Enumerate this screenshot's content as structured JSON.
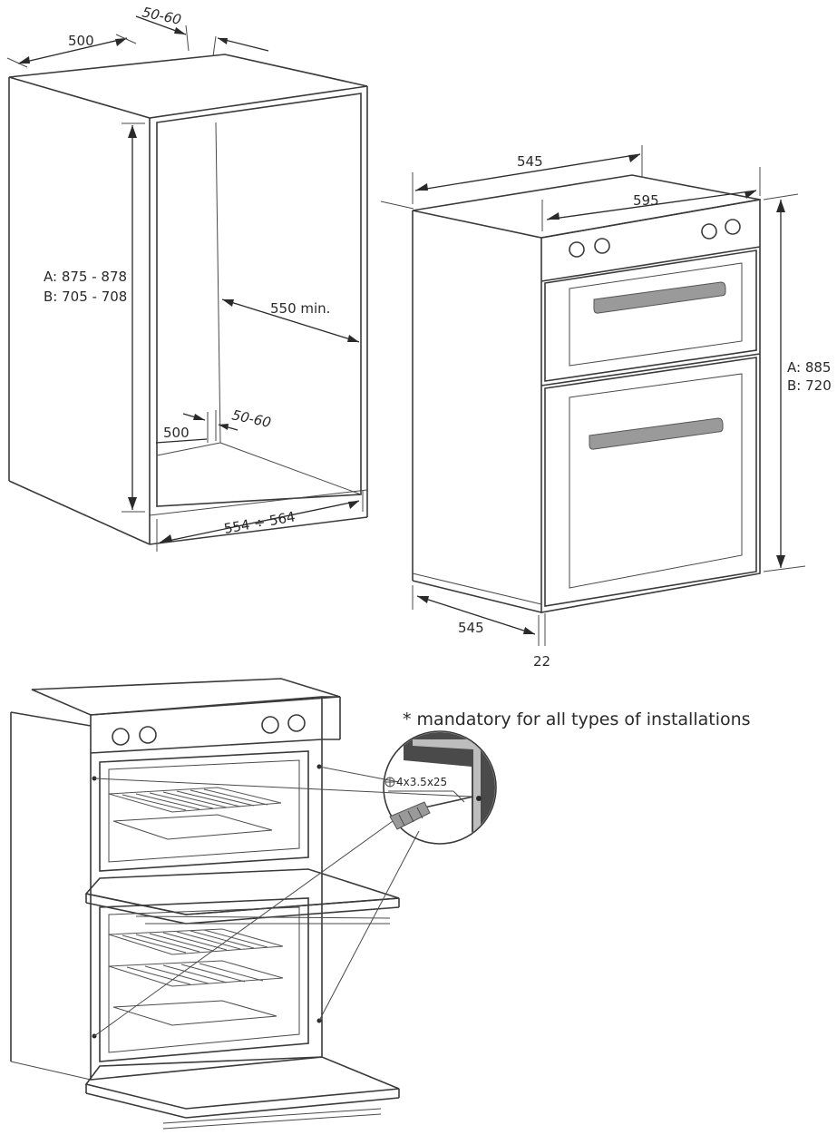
{
  "cabinet": {
    "depth_label": "500",
    "gap_top_label": "50-60",
    "height_a_label": "A: 875 - 878",
    "height_b_label": "B: 705 - 708",
    "inner_depth_label": "550 min.",
    "base_depth_label": "500",
    "gap_bottom_label": "50-60",
    "width_label": "554 ÷ 564"
  },
  "oven": {
    "depth_top_label": "545",
    "width_label": "595",
    "height_a_label": "A: 885",
    "height_b_label": "B: 720",
    "depth_bottom_label": "545",
    "door_thickness_label": "22"
  },
  "installation": {
    "screw_spec_label": "4x3.5x25",
    "note_text": "* mandatory for all types of installations"
  }
}
